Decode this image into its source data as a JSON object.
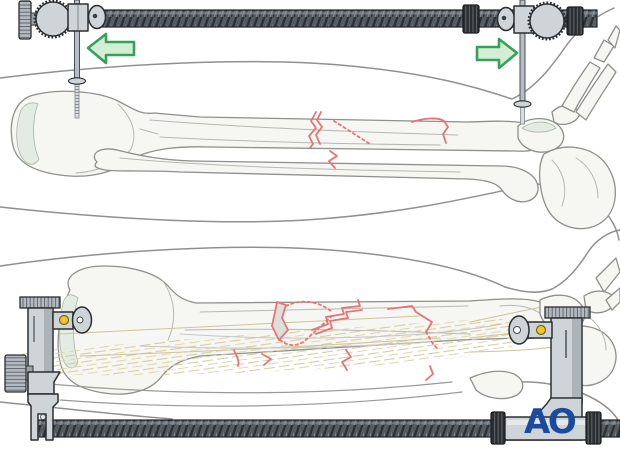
{
  "illustration": {
    "type": "medical-illustration",
    "subject": "External fixation of a multifragmentary tibial shaft fracture - two steps",
    "logo": {
      "text": "AO",
      "color": "#1c4a9e"
    },
    "panels": [
      {
        "id": "top-panel",
        "description": "Lateral view of lower leg with modular external fixator bar above; Schanz pins in proximal and distal tibia; green arrows pointing outward indicating distraction",
        "arrows": [
          {
            "icon": "distraction-arrow-left-icon",
            "direction": "left"
          },
          {
            "icon": "distraction-arrow-right-icon",
            "direction": "right"
          }
        ],
        "fracture": "simple oblique midshaft tibia and fibula fracture, red lines with dotted fragment edge"
      },
      {
        "id": "bottom-panel",
        "description": "Lateral view of lower leg with anterior external fixator rod below the leg; pin clamps at proximal tibia and distal tibia; wedge fragment fracture with dotted butterfly outline; muscle fibres visible",
        "fracture": "multifragmentary tibial shaft fracture with separate wedge fragment and fibula fracture"
      }
    ],
    "colors": {
      "fracture_red": "#e67474",
      "arrow_fill": "#d4eed6",
      "arrow_stroke": "#35a257",
      "metal_light": "#ced4d8",
      "metal_mid": "#a7aeb4",
      "metal_dark": "#565b60",
      "metal_outline": "#2b2e31",
      "bone_fill": "#f6f6f3",
      "bone_outline": "#8f8f8c",
      "cartilage_tint": "#e3ebe3",
      "skin_line": "#909090",
      "muscle_tan": "#d8cda0",
      "washer_yellow": "#ecc72e",
      "logo_blue": "#1c4a9e"
    }
  }
}
